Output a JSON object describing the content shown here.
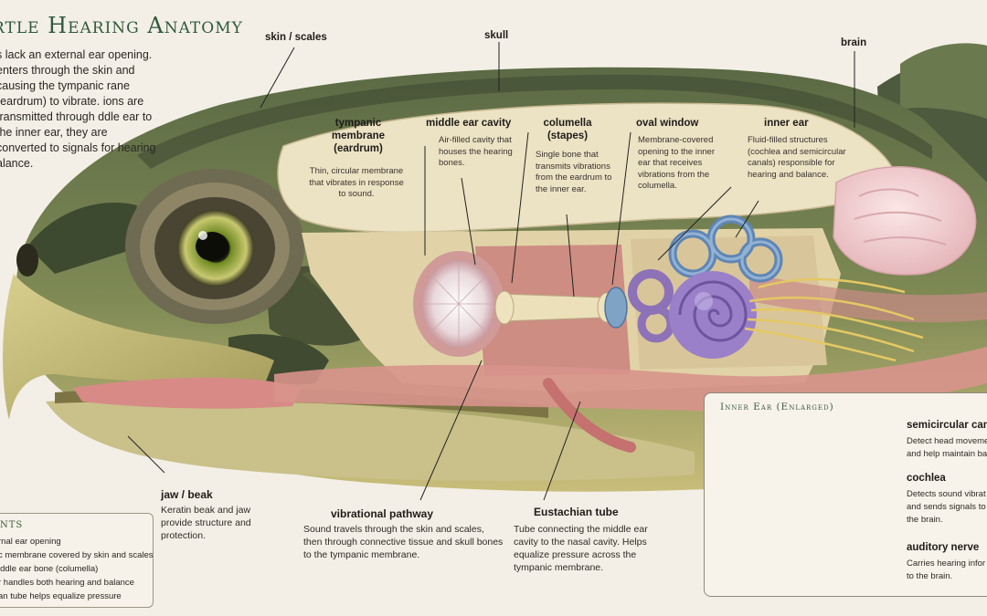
{
  "title": "rtle Hearing Anatomy",
  "intro": "s lack an external ear opening. enters through the skin and causing the tympanic rane (eardrum) to vibrate. ions are transmitted through ddle ear to the inner ear, they are converted to signals for hearing alance.",
  "labels": {
    "skin_scales": "skin / scales",
    "skull": "skull",
    "brain": "brain",
    "tympanic": {
      "title": "tympanic membrane (eardrum)",
      "desc": "Thin, circular membrane that vibrates in response to sound."
    },
    "middle_ear": {
      "title": "middle ear cavity",
      "desc": "Air-filled cavity that houses the hearing bones."
    },
    "columella": {
      "title": "columella (stapes)",
      "desc": "Single bone that transmits vibrations from the eardrum to the inner ear."
    },
    "oval_window": {
      "title": "oval window",
      "desc": "Membrane-covered opening to the inner ear that receives vibrations from the columella."
    },
    "inner_ear": {
      "title": "inner ear",
      "desc": "Fluid-filled structures (cochlea and semicircular canals) responsible for hearing and balance."
    },
    "jaw_beak": {
      "title": "jaw / beak",
      "desc": "Keratin beak and jaw provide structure and protection."
    },
    "vibrational": {
      "title": "vibrational pathway",
      "desc": "Sound travels through the skin and scales, then through connective tissue and skull bones to the tympanic membrane."
    },
    "eustachian": {
      "title": "Eustachian tube",
      "desc": "Tube connecting the middle ear cavity to the nasal cavity. Helps equalize pressure across the tympanic membrane."
    }
  },
  "key": {
    "title": "NTS",
    "items": [
      "rnal ear opening",
      "c membrane covered by skin and scales",
      "iddle ear bone (columella)",
      "r handles both hearing and balance",
      "an tube helps equalize pressure"
    ]
  },
  "inset": {
    "title": "Inner Ear (Enlarged)",
    "semicircular": {
      "title": "semicircular cana",
      "desc": [
        "Detect head moveme",
        "and help maintain ba"
      ]
    },
    "cochlea": {
      "title": "cochlea",
      "desc": [
        "Detects sound vibrat",
        "and sends signals to",
        "the brain."
      ]
    },
    "auditory": {
      "title": "auditory nerve",
      "desc": [
        "Carries hearing infor",
        "to the brain."
      ]
    }
  },
  "colors": {
    "title_green": "#2f5a3c",
    "shell": "#55604a",
    "bone": "#ece2c4",
    "cochlea": "#9a80c8",
    "canal": "#5f86b4",
    "nerve": "#e4c864",
    "muscle": "#d8948c"
  }
}
